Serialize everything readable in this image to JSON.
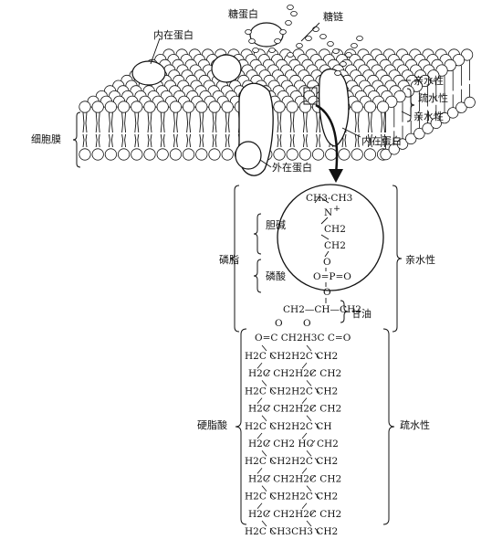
{
  "labels": {
    "glycoprotein": "糖蛋白",
    "sugar_chain": "糖链",
    "integral_protein_top": "内在蛋白",
    "integral_protein_right": "内在蛋白",
    "peripheral_protein": "外在蛋白",
    "cell_membrane": "细胞膜",
    "hydrophilic_top": "亲水性",
    "hydrophobic_mid": "疏水性",
    "hydrophilic_bottom": "亲水性",
    "phospholipid": "磷脂",
    "choline": "胆碱",
    "phosphate": "磷酸",
    "glycerol": "甘油",
    "stearic_acid": "硬脂酸",
    "hydrophilic_head": "亲水性",
    "hydrophobic_tail": "疏水性"
  },
  "chemistry": {
    "choline_top": "CH3-CH3",
    "n_plus": "N",
    "plus_sign": "+",
    "ch2_a": "CH2",
    "ch2_b": "CH2",
    "o_link1": "O",
    "phosphate_row": "O=P=O",
    "o_link2": "O",
    "glycerol_row": "CH2—CH—CH2",
    "o_left": "O",
    "o_right": "O",
    "ester_row": "O=C   CH2H3C   C=O",
    "chain_rows": [
      "H2C    CH2H2C    CH2",
      "H2C   CH2H2C   CH2",
      "H2C    CH2H2C    CH2",
      "H2C   CH2H2C   CH2",
      "H2C    CH2H2C    CH",
      "H2C   CH2  HC   CH2",
      "H2C    CH2H2C    CH2",
      "H2C   CH2H2C   CH2",
      "H2C    CH2H2C    CH2",
      "H2C   CH2H2C   CH2",
      "H2C    CH3CH3    CH2"
    ]
  }
}
